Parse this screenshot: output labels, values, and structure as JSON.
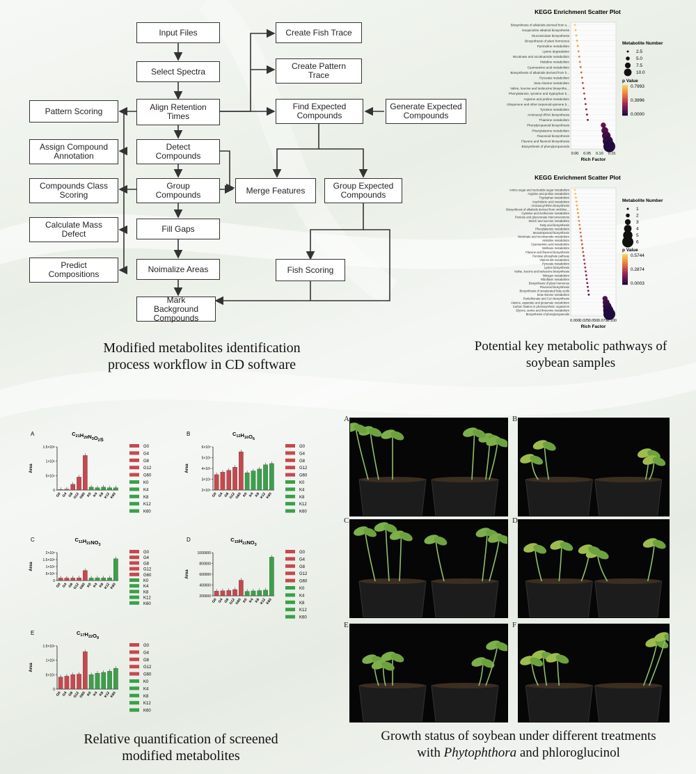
{
  "workflow": {
    "boxes": {
      "input": "Input Files",
      "select": "Select Spectra",
      "align": "Align Retention Times",
      "detect": "Detect Compounds",
      "group": "Group Compounds",
      "fill": "Fill Gaps",
      "normalize": "Noimalize Areas",
      "mark": "Mark Background Compounds",
      "fish_trace": "Create Fish Trace",
      "pattern_trace": "Create Pattern Trace",
      "find_expected": "Find Expected Compounds",
      "generate_expected": "Generate Expected Compounds",
      "merge": "Merge Features",
      "group_expected": "Group Expected Compounds",
      "fish_scoring": "Fish Scoring",
      "pattern_scoring": "Pattern Scoring",
      "assign": "Assign Compound Annotation",
      "class_scoring": "Compounds Class Scoring",
      "mass_defect": "Calculate Mass Defect",
      "predict": "Predict Compositions"
    },
    "caption_line1": "Modified metabolites identification",
    "caption_line2": "process workflow in CD software"
  },
  "kegg": {
    "caption_line1": "Potential key metabolic pathways of",
    "caption_line2": "soybean samples",
    "plot1": {
      "title": "KEGG Enrichment Scatter Plot",
      "xlabel": "Rich Factor",
      "size_legend_title": "Metabolite Number",
      "size_legend": [
        "2.5",
        "5.0",
        "7.5",
        "10.0"
      ],
      "color_legend_title": "p Value",
      "color_legend": [
        "0.7993",
        "0.3996",
        "0.0000"
      ],
      "xticks": [
        "0.00",
        "0.05",
        "0.10",
        "0.15"
      ],
      "pathways": [
        "Biosynthesis of alkaloids derived from s...",
        "Isoquinoline alkaloid biosynthesis",
        "Glucosinolate biosynthesis",
        "Biosynthesis of plant hormones",
        "Pyrimidine metabolism",
        "Lysine degradation",
        "Nicotinate and nicotinamide metabolism",
        "Histidine metabolism",
        "Cyanoamino acid metabolism",
        "Biosynthesis of alkaloids derived from h...",
        "Pyruvate metabolism",
        "beta-Alanine metabolism",
        "Valine, leucine and isoleucine biosynthe...",
        "Phenylalanine, tyrosine and tryptophan b...",
        "Arginine and proline metabolism",
        "Ubiquinone and other terpenoid-quinone b...",
        "Tyrosine metabolism",
        "Aminoacyl-tRNA biosynthesis",
        "Thiamine metabolism",
        "Phenylpropanoid biosynthesis",
        "Phenylalanine metabolism",
        "Flavonoid biosynthesis",
        "Flavone and flavonol biosynthesis",
        "Biosynthesis of phenylpropanoids"
      ]
    },
    "plot2": {
      "title": "KEGG Enrichment Scatter Plot",
      "xlabel": "Rich Factor",
      "size_legend_title": "Metabolite Number",
      "size_legend": [
        "1",
        "2",
        "3",
        "4",
        "5",
        "6"
      ],
      "color_legend_title": "p Value",
      "color_legend": [
        "0.5744",
        "0.2874",
        "0.0003"
      ],
      "xticks": [
        "0.000",
        "0.025",
        "0.050",
        "0.075",
        "0.100"
      ],
      "pathways": [
        "Amino sugar and nucleotide sugar metabolism",
        "Arginine and proline metabolism",
        "Tryptophan metabolism",
        "Arachidonic acid metabolism",
        "Aminoacyl-tRNA biosynthesis",
        "Biosynthesis of alkaloids derived from ornithine...",
        "Cysteine and methionine metabolism",
        "Pentose and glucuronate interconversions",
        "Starch and sucrose metabolism",
        "Fatty acid biosynthesis",
        "Phenylalanine metabolism",
        "Monoterpenoid biosynthesis",
        "Nicotinate and nicotinamide metabolism",
        "Histidine metabolism",
        "Cyanoamino acid metabolism",
        "Methane metabolism",
        "Flavone and flavonol biosynthesis",
        "Pentose phosphate pathway",
        "Vitamin B6 metabolism",
        "Pyruvate metabolism",
        "Lysine biosynthesis",
        "Valine, leucine and isoleucine biosynthesis",
        "Nitrogen metabolism",
        "Riboflavin metabolism",
        "Biosynthesis of plant hormones",
        "Flavonoid biosynthesis",
        "Biosynthesis of unsaturated fatty acids",
        "beta-Alanine metabolism",
        "Pantothenate and CoA biosynthesis",
        "Alanine, aspartate and glutamate metabolism",
        "Carbon fixation in photosynthetic organisms",
        "Glycine, serine and threonine metabolism",
        "Biosynthesis of phenylpropanoids"
      ]
    }
  },
  "chart_data": [
    {
      "type": "bar",
      "panel": "A",
      "title": "C21H29N3O2S",
      "categories": [
        "G0",
        "G4",
        "G8",
        "G12",
        "G60",
        "K0",
        "K4",
        "K8",
        "K12",
        "K60"
      ],
      "values": [
        0.02,
        0.03,
        0.2,
        0.45,
        1.2,
        0.1,
        0.08,
        0.1,
        0.08,
        0.08
      ],
      "ylabel": "Area",
      "ylim": [
        0,
        1.5
      ],
      "yticks": [
        "0",
        "5×10⁵",
        "1×10⁶",
        "1.5×10⁶"
      ]
    },
    {
      "type": "bar",
      "panel": "B",
      "title": "C12H16O6",
      "categories": [
        "G0",
        "G4",
        "G8",
        "G12",
        "G60",
        "K0",
        "K4",
        "K8",
        "K12",
        "K60"
      ],
      "values": [
        2.5,
        2.9,
        3.2,
        3.7,
        6.2,
        2.8,
        3.1,
        3.4,
        4.1,
        4.3
      ],
      "ylabel": "Area",
      "ylim": [
        0,
        7
      ],
      "yticks": [
        "2×10⁵",
        "3×10⁵",
        "4×10⁵",
        "5×10⁵",
        "6×10⁵"
      ]
    },
    {
      "type": "bar",
      "panel": "C",
      "title": "C11H21NO3",
      "categories": [
        "G0",
        "G4",
        "G8",
        "G12",
        "G60",
        "K0",
        "K4",
        "K8",
        "K12",
        "K60"
      ],
      "values": [
        0.22,
        0.22,
        0.22,
        0.24,
        0.9,
        0.22,
        0.23,
        0.23,
        0.24,
        1.95
      ],
      "ylabel": "Area",
      "ylim": [
        0,
        2.5
      ],
      "yticks": [
        "0",
        "5×10⁵",
        "1×10⁶",
        "1.5×10⁶",
        "2×10⁶"
      ]
    },
    {
      "type": "bar",
      "panel": "D",
      "title": "C15H21NO3",
      "categories": [
        "G0",
        "G4",
        "G8",
        "G12",
        "G60",
        "K0",
        "K4",
        "K8",
        "K12",
        "K60"
      ],
      "values": [
        0.32,
        0.34,
        0.36,
        0.42,
        1.05,
        0.3,
        0.33,
        0.35,
        0.38,
        2.6
      ],
      "ylabel": "Area",
      "ylim": [
        0,
        2.9
      ],
      "yticks": [
        "200000",
        "400000",
        "600000",
        "800000",
        "1000000"
      ]
    },
    {
      "type": "bar",
      "panel": "E",
      "title": "C17H22O9",
      "categories": [
        "G0",
        "G4",
        "G8",
        "G12",
        "G60",
        "K0",
        "K4",
        "K8",
        "K12",
        "K60"
      ],
      "values": [
        0.42,
        0.45,
        0.5,
        0.52,
        1.3,
        0.5,
        0.55,
        0.58,
        0.62,
        0.72
      ],
      "ylabel": "Area",
      "ylim": [
        0,
        1.5
      ],
      "yticks": [
        "0",
        "5×10⁵",
        "1×10⁶",
        "1.5×10⁶"
      ]
    }
  ],
  "bars": {
    "caption_line1": "Relative quantification of  screened",
    "caption_line2": "modified metabolites",
    "legend": [
      "G0",
      "G4",
      "G8",
      "G12",
      "G60",
      "K0",
      "K4",
      "K8",
      "K12",
      "K60"
    ],
    "colors": {
      "g": "#c7484d",
      "k": "#3aa04a"
    }
  },
  "photos": {
    "labels": [
      "A",
      "B",
      "C",
      "D",
      "E",
      "F"
    ],
    "caption_line1": "Growth status of soybean under different treatments",
    "caption_line2_pre": "with ",
    "caption_line2_em": "Phytophthora",
    "caption_line2_post": " and phloroglucinol"
  }
}
